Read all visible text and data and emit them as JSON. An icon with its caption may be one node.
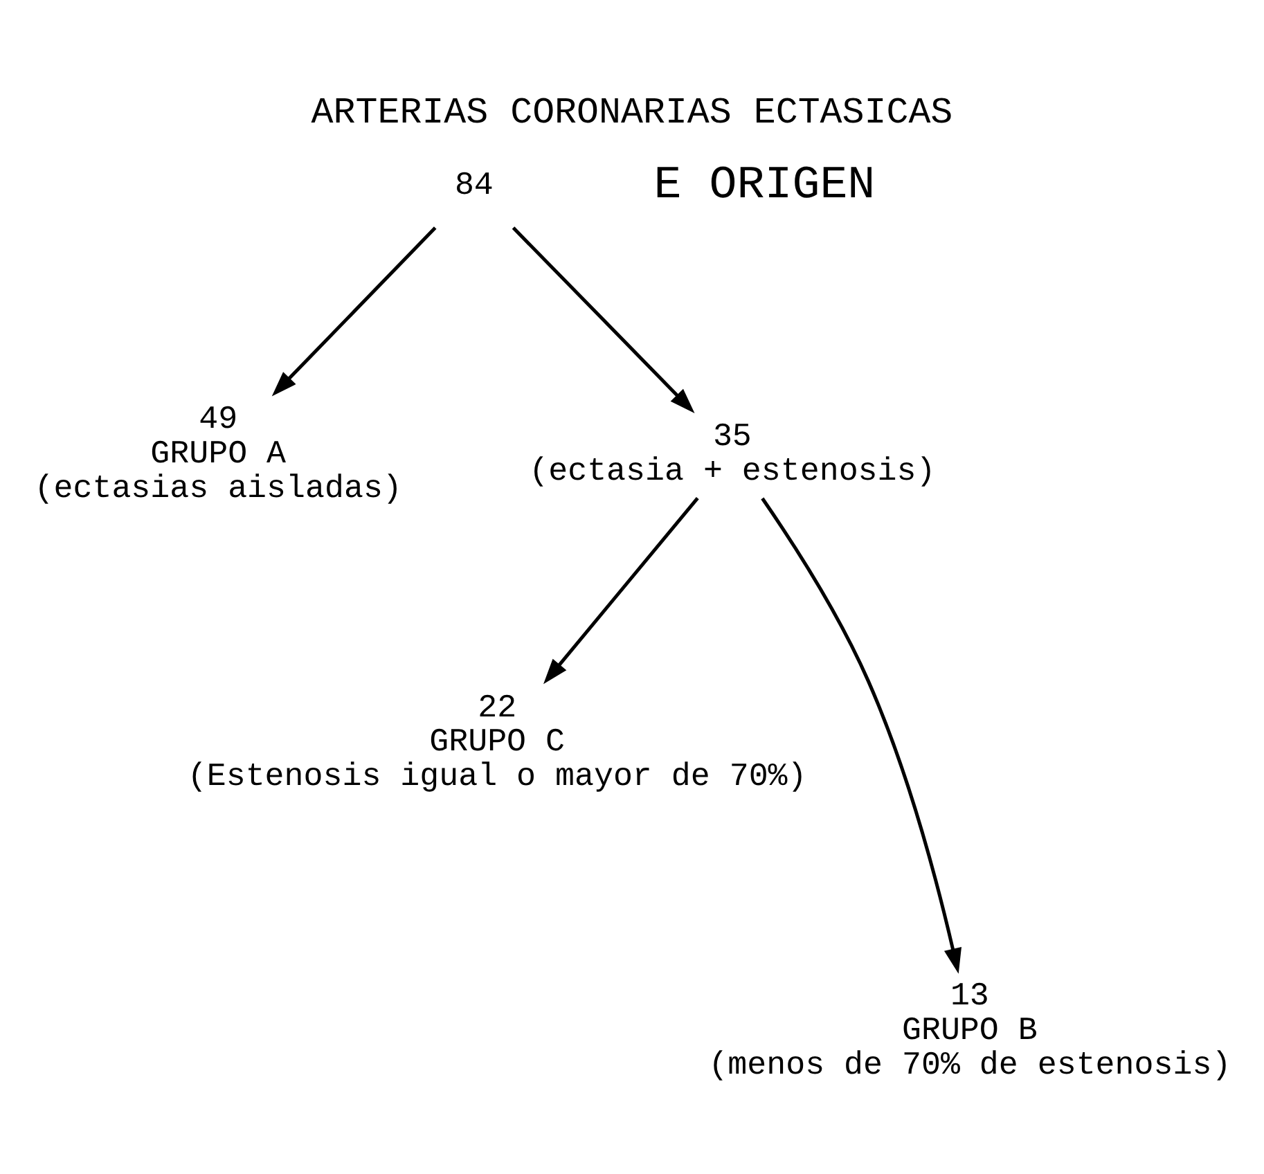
{
  "diagram": {
    "title": "ARTERIAS CORONARIAS ECTASICAS",
    "nodes": [
      {
        "text": [
          "84"
        ]
      },
      {
        "text": [
          "49",
          "GRUPO A",
          "(ectasias aisladas)"
        ]
      },
      {
        "text": [
          "35",
          "(ectasia + estenosis)"
        ]
      },
      {
        "text": [
          "22",
          "GRUPO C",
          "(Estenosis igual o mayor de 70%)"
        ]
      },
      {
        "text": [
          "13",
          "GRUPO B",
          "(menos de 70% de estenosis)"
        ]
      }
    ],
    "edges": [
      {
        "from": 0,
        "to": 1,
        "arrow": "to"
      },
      {
        "from": 0,
        "to": 2,
        "arrow": "to"
      },
      {
        "from": 2,
        "to": 3,
        "arrow": "to"
      },
      {
        "from": 2,
        "to": 4,
        "arrow": "to"
      }
    ],
    "labels": [
      "E ORIGEN"
    ]
  }
}
